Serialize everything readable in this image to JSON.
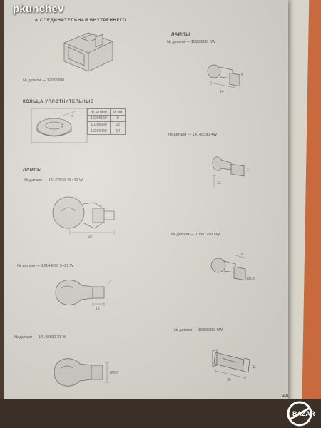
{
  "watermark": "pkunchev",
  "site_logo": "BAZAR",
  "sections": {
    "connector": {
      "header": "...А СОЕДИНИТЕЛЬНАЯ ВНУТРЕННЕГО",
      "caption": "№ детали — 12055880"
    },
    "rings": {
      "header": "КОЛЬЦА УПЛОТНИТЕЛЬНЫЕ",
      "table_headers": [
        "№ детали",
        "d, мм"
      ],
      "rows": [
        {
          "part": "10396180",
          "d": "8"
        },
        {
          "part": "10396380",
          "d": "12"
        },
        {
          "part": "10396480",
          "d": "14"
        }
      ]
    },
    "lamps_left": {
      "header": "ЛАМПЫ",
      "items": [
        {
          "caption": "№ детали — 14147590 45+40 W"
        },
        {
          "caption": "№ детали — 14144090 5+21 W"
        },
        {
          "caption": "№ детали — 14148190 21 W"
        }
      ]
    },
    "lamps_right": {
      "header": "ЛАМПЫ",
      "items": [
        {
          "caption": "№ детали — 10858390 5W"
        },
        {
          "caption": "№ детали — 14148390 4W"
        },
        {
          "caption": "№ детали — 10857790 5W"
        },
        {
          "caption": "№ детали — 10865390 5W"
        }
      ]
    }
  },
  "dimension_labels": {
    "lamp_r1": [
      "14",
      "8"
    ],
    "lamp_r2": [
      "13",
      "14"
    ],
    "lamp_r3": [
      "8",
      "Ø5,5"
    ],
    "lamp_r4": [
      "39",
      "11"
    ],
    "lamp_l1": [
      "40"
    ],
    "lamp_l2": [
      "15"
    ],
    "lamp_l3": [
      "Ø 5,5"
    ]
  },
  "page_number": "207"
}
